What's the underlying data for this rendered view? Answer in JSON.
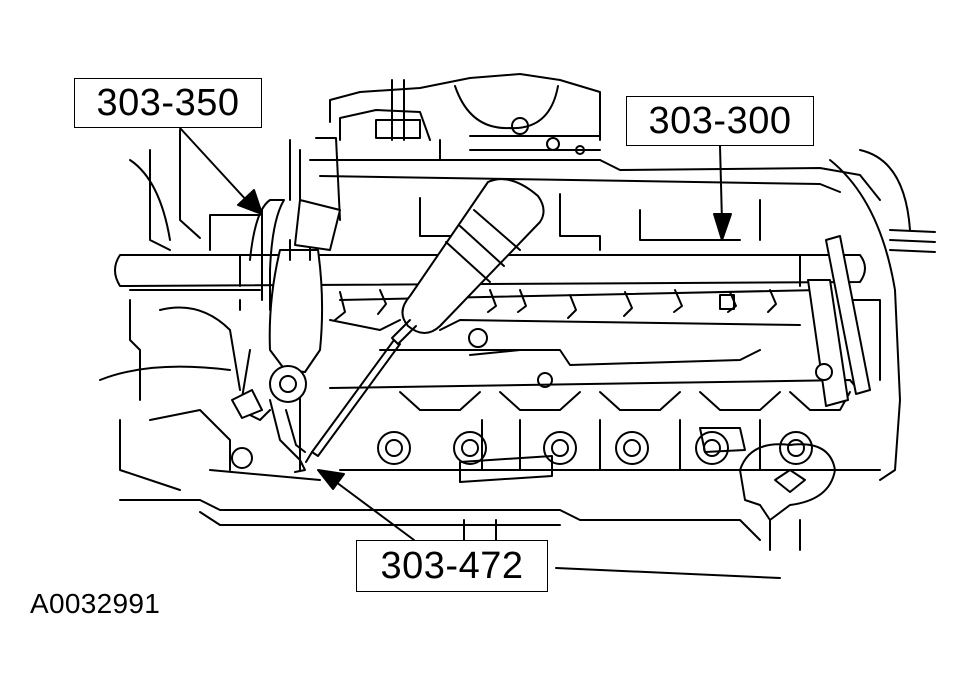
{
  "callouts": {
    "tool_303_350": "303-350",
    "tool_303_300": "303-300",
    "tool_303_472": "303-472"
  },
  "figure_id": "A0032991",
  "colors": {
    "line": "#000000",
    "background": "#ffffff"
  }
}
